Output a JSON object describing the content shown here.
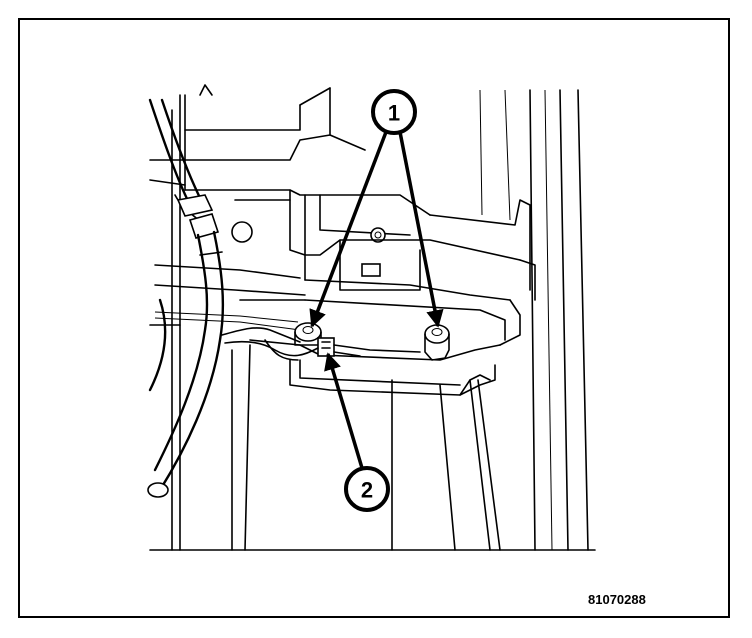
{
  "figure": {
    "number": "81070288",
    "callouts": [
      {
        "id": "callout-1",
        "label": "1"
      },
      {
        "id": "callout-2",
        "label": "2"
      }
    ],
    "colors": {
      "ink": "#000000",
      "paper": "#ffffff"
    }
  }
}
